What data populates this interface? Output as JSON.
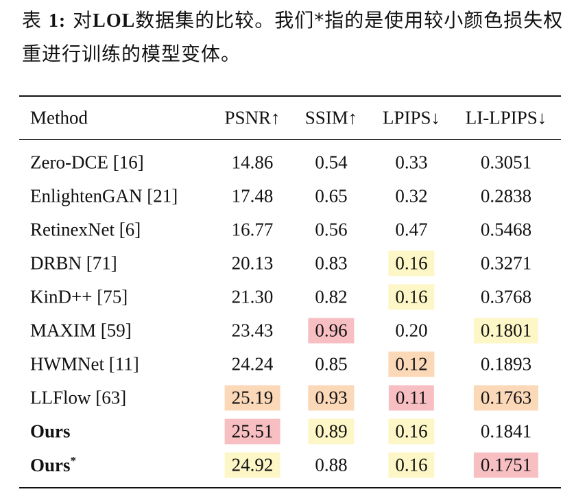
{
  "caption": {
    "label": "表 ",
    "number": "1:",
    "text_a": " 对",
    "dataset": "LOL",
    "text_b": "数据集的比较。我们*指的是使用较小颜色损失权重进行训练的模型变体。"
  },
  "table": {
    "headers": [
      "Method",
      "PSNR↑",
      "SSIM↑",
      "LPIPS↓",
      "LI-LPIPS↓"
    ],
    "rows": [
      {
        "method": "Zero-DCE [16]",
        "bold": false,
        "star": "",
        "values": [
          "14.86",
          "0.54",
          "0.33",
          "0.3051"
        ],
        "highlight": [
          "",
          "",
          "",
          ""
        ]
      },
      {
        "method": "EnlightenGAN [21]",
        "bold": false,
        "star": "",
        "values": [
          "17.48",
          "0.65",
          "0.32",
          "0.2838"
        ],
        "highlight": [
          "",
          "",
          "",
          ""
        ]
      },
      {
        "method": "RetinexNet [6]",
        "bold": false,
        "star": "",
        "values": [
          "16.77",
          "0.56",
          "0.47",
          "0.5468"
        ],
        "highlight": [
          "",
          "",
          "",
          ""
        ]
      },
      {
        "method": "DRBN [71]",
        "bold": false,
        "star": "",
        "values": [
          "20.13",
          "0.83",
          "0.16",
          "0.3271"
        ],
        "highlight": [
          "",
          "",
          "yellow",
          ""
        ]
      },
      {
        "method": "KinD++ [75]",
        "bold": false,
        "star": "",
        "values": [
          "21.30",
          "0.82",
          "0.16",
          "0.3768"
        ],
        "highlight": [
          "",
          "",
          "yellow",
          ""
        ]
      },
      {
        "method": "MAXIM [59]",
        "bold": false,
        "star": "",
        "values": [
          "23.43",
          "0.96",
          "0.20",
          "0.1801"
        ],
        "highlight": [
          "",
          "red",
          "",
          "yellow"
        ]
      },
      {
        "method": "HWMNet [11]",
        "bold": false,
        "star": "",
        "values": [
          "24.24",
          "0.85",
          "0.12",
          "0.1893"
        ],
        "highlight": [
          "",
          "",
          "orange",
          ""
        ]
      },
      {
        "method": "LLFlow [63]",
        "bold": false,
        "star": "",
        "values": [
          "25.19",
          "0.93",
          "0.11",
          "0.1763"
        ],
        "highlight": [
          "orange",
          "orange",
          "red",
          "orange"
        ]
      },
      {
        "method": "Ours",
        "bold": true,
        "star": "",
        "values": [
          "25.51",
          "0.89",
          "0.16",
          "0.1841"
        ],
        "highlight": [
          "red",
          "yellow",
          "yellow",
          ""
        ]
      },
      {
        "method": "Ours",
        "bold": true,
        "star": "*",
        "values": [
          "24.92",
          "0.88",
          "0.16",
          "0.1751"
        ],
        "highlight": [
          "yellow",
          "",
          "yellow",
          "red"
        ]
      }
    ]
  },
  "colors": {
    "red": "#f8bfc3",
    "orange": "#fbd8b8",
    "yellow": "#fdf6c6"
  }
}
